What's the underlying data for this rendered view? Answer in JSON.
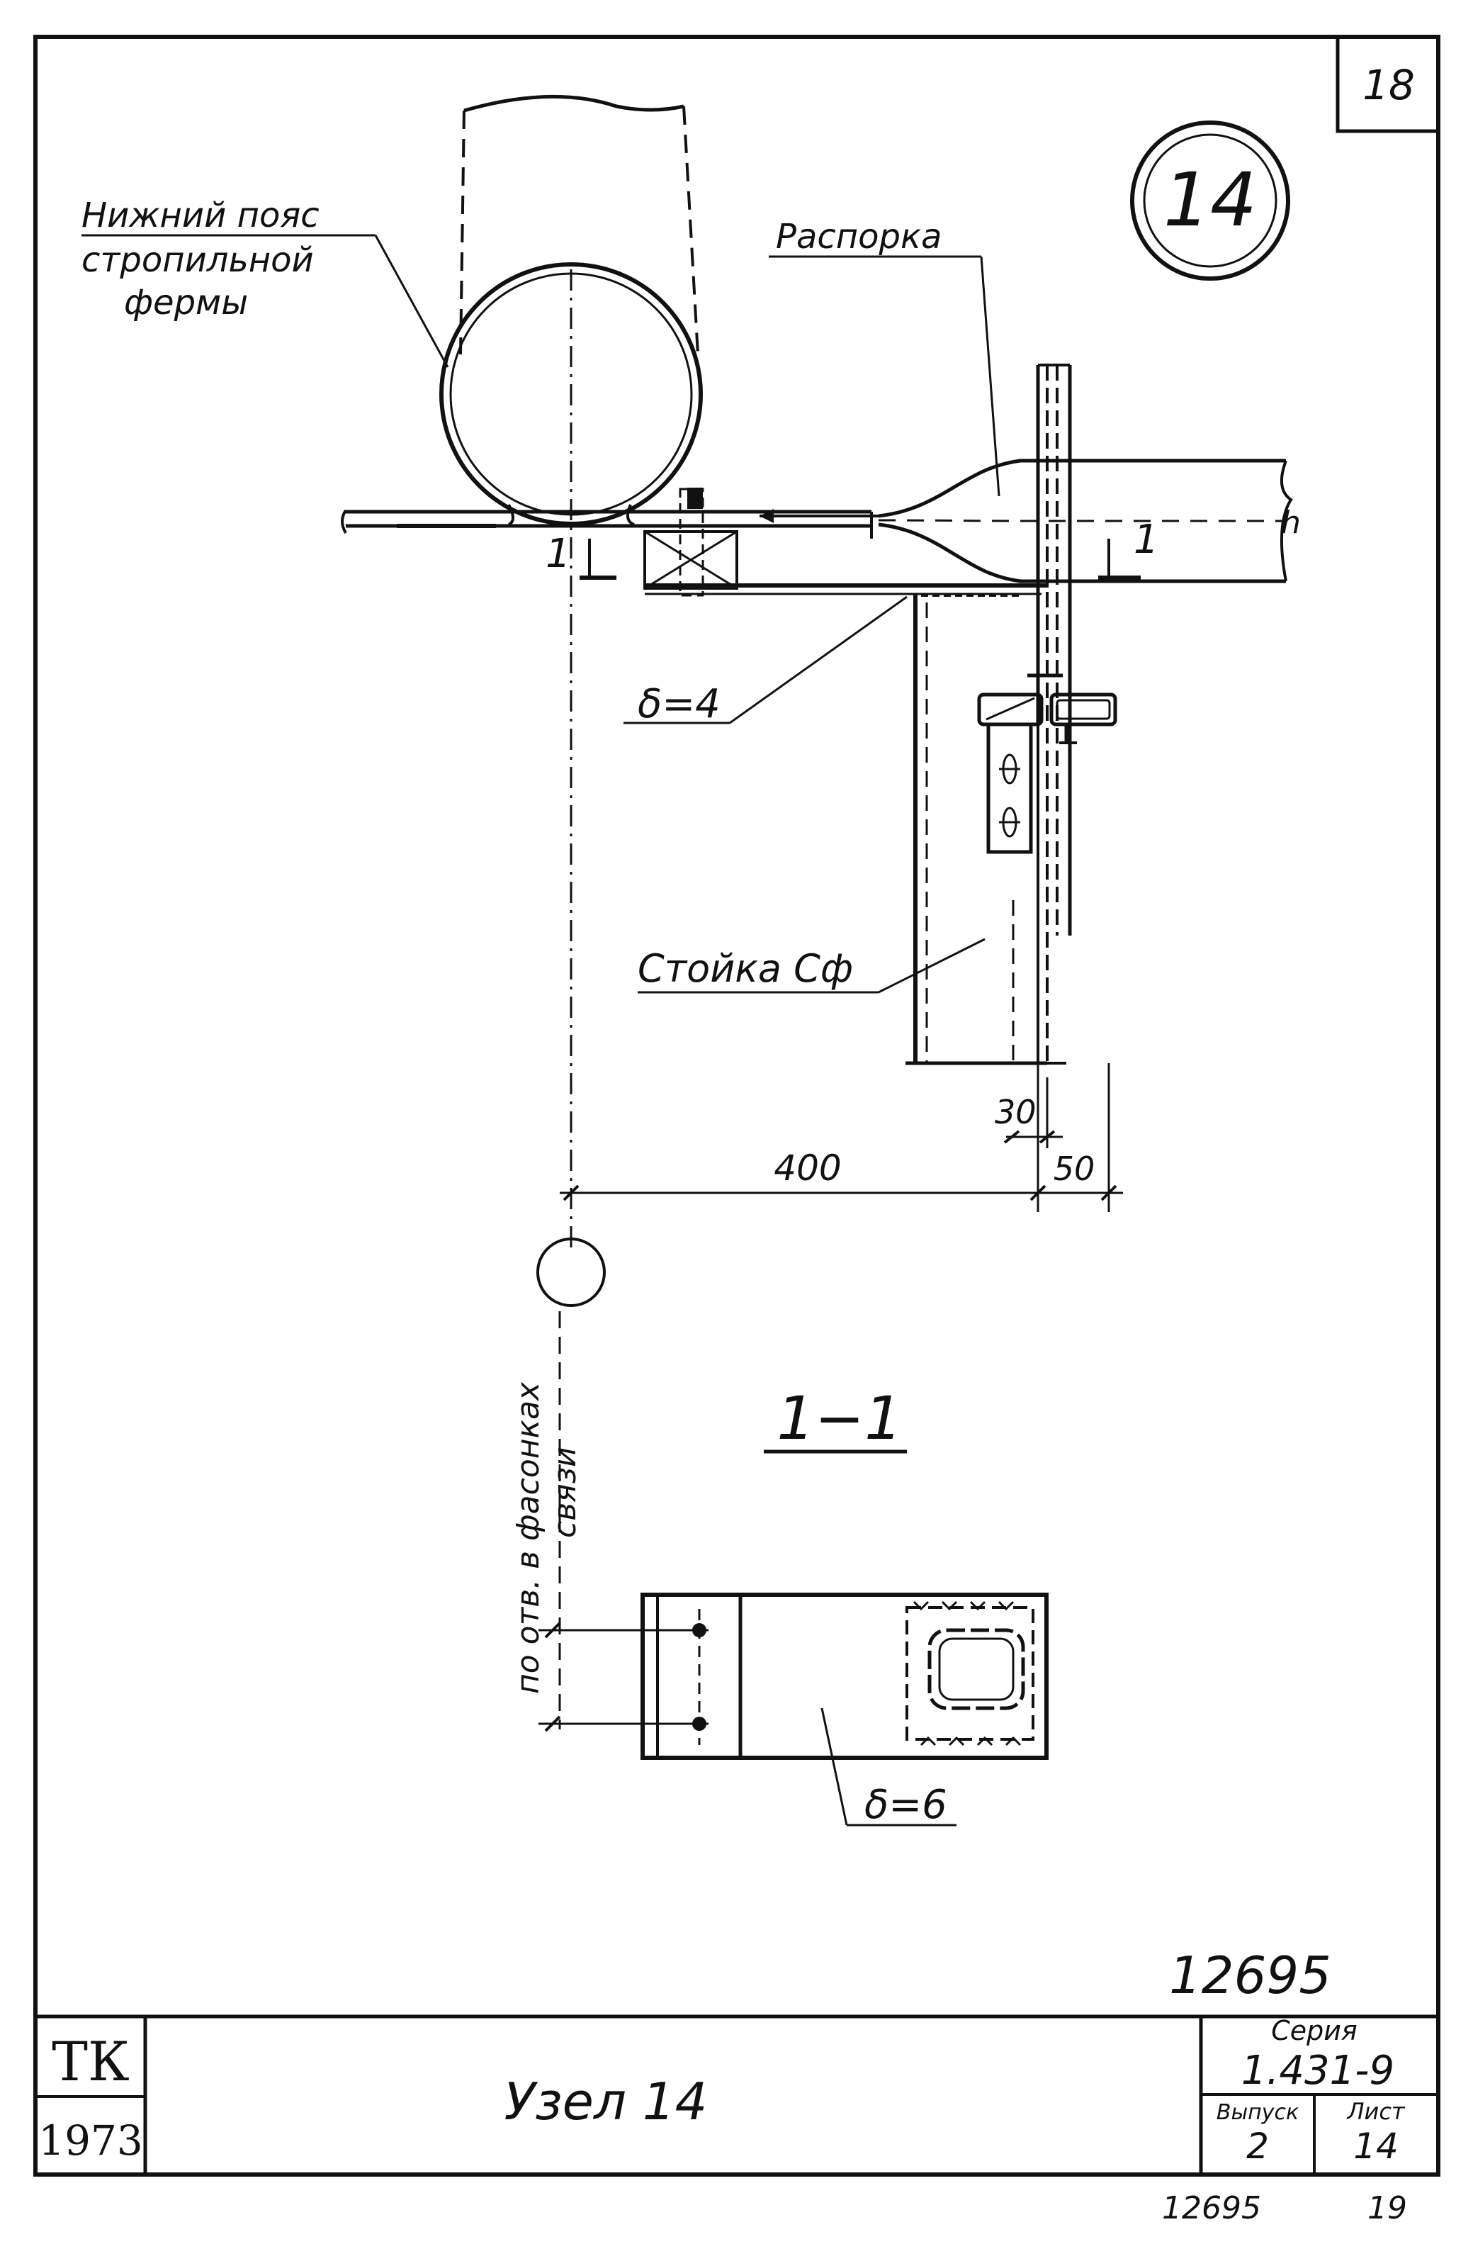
{
  "sheet": {
    "page_number": "18",
    "node_badge": "14",
    "archive_number_stamp": "12695",
    "archive_number_bottom": "12695",
    "sheet_number_bottom": "19"
  },
  "labels": {
    "bottom_chord_line1": "Нижний пояс",
    "bottom_chord_line2": "стропильной",
    "bottom_chord_line3": "фермы",
    "strut": "Распорка",
    "plate_top": "δ=4",
    "column": "Стойка Сф",
    "section_mark_left": "1",
    "section_mark_right": "1",
    "height_mark": "h",
    "hole_note_line1": "по отв. в фасонках",
    "hole_note_line2": "связи",
    "section_title": "1−1",
    "plate_section": "δ=6"
  },
  "dimensions": {
    "offset_axis": "400",
    "offset_edge": "50",
    "gap": "30"
  },
  "title_block": {
    "org": "ТК",
    "year": "1973",
    "title": "Узел 14",
    "series_label": "Серия",
    "series_value": "1.431-9",
    "issue_label": "Выпуск",
    "issue_value": "2",
    "sheet_label": "Лист",
    "sheet_value": "14"
  }
}
